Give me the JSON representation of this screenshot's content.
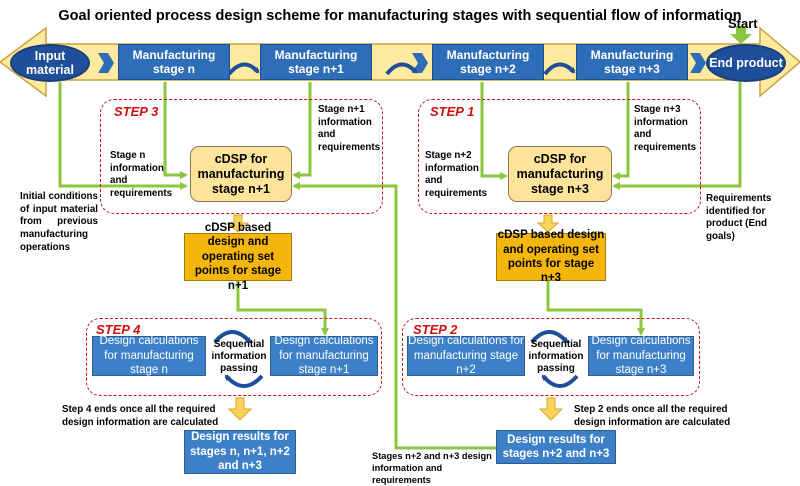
{
  "title": "Goal oriented process design scheme for manufacturing stages with sequential flow of information",
  "start_label": "Start",
  "input_material": "Input material",
  "end_product": "End product",
  "stages": [
    "Manufacturing stage n",
    "Manufacturing stage n+1",
    "Manufacturing stage n+2",
    "Manufacturing stage n+3"
  ],
  "step_labels": {
    "step1": "STEP 1",
    "step2": "STEP 2",
    "step3": "STEP 3",
    "step4": "STEP 4"
  },
  "cdsp": {
    "left": "cDSP for manufacturing stage n+1",
    "right": "cDSP for manufacturing stage n+3"
  },
  "orange": {
    "left": "cDSP based design and operating set points for stage n+1",
    "right": "cDSP based design and operating set points for stage n+3"
  },
  "calc": {
    "n": "Design calculations for manufacturing stage n",
    "n1": "Design calculations for manufacturing stage n+1",
    "n2": "Design calculations for manufacturing stage n+2",
    "n3": "Design calculations for manufacturing stage n+3"
  },
  "sequential": "Sequential information passing",
  "results": {
    "left": "Design results for stages n, n+1, n+2 and n+3",
    "right": "Design results for stages n+2 and n+3"
  },
  "annotations": {
    "stage_n_info": "Stage n information and requirements",
    "stage_n1_info": "Stage n+1 information and requirements",
    "stage_n2_info": "Stage n+2 information and requirements",
    "stage_n3_info": "Stage n+3 information and requirements",
    "initial_conditions": "Initial conditions of input material from previous manufacturing operations",
    "requirements_product": "Requirements identified for product (End goals)",
    "step4_ends": "Step 4 ends once all the required design information are calculated",
    "step2_ends": "Step 2 ends once all the required design information are calculated",
    "stages_n2_n3": "Stages n+2 and n+3 design information and requirements"
  },
  "colors": {
    "banner": "#ffeaa0",
    "ellipse": "#1f4e9a",
    "stage": "#2e6db8",
    "cdsp": "#fde49a",
    "orange": "#f5b60c",
    "calc": "#3d80c8",
    "green": "#8cc63f",
    "step_red": "#d01010"
  }
}
